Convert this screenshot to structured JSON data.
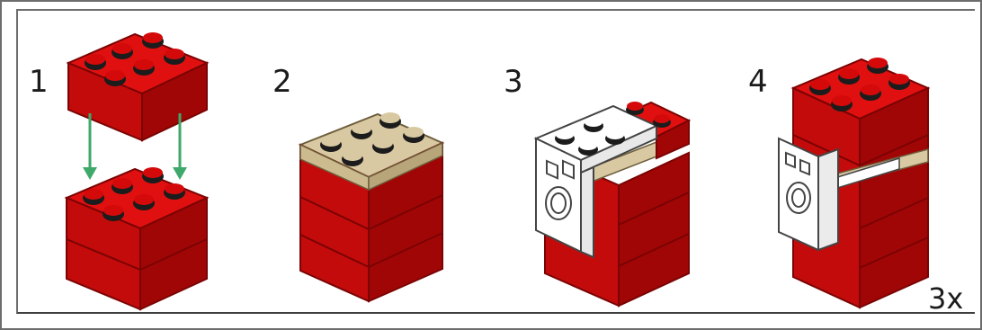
{
  "steps": [
    {
      "number": "1"
    },
    {
      "number": "2"
    },
    {
      "number": "3"
    },
    {
      "number": "4"
    }
  ],
  "multiplier": "3x",
  "colors": {
    "brick_red": "#d40a0a",
    "brick_red_dark": "#9a0505",
    "stud_dark": "#1c1c1c",
    "tan": "#d9c9a3",
    "white_part": "#ffffff",
    "arrow_green": "#3fa86b",
    "border": "#6d6d6d"
  }
}
